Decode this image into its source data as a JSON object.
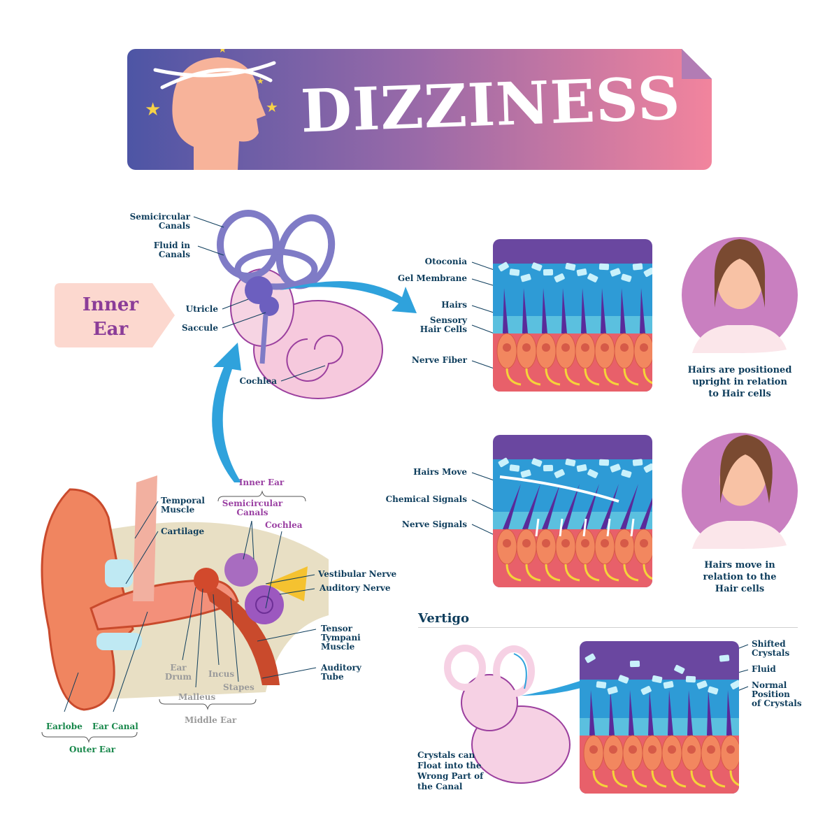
{
  "header": {
    "title": "DIZZINESS"
  },
  "inner_ear_badge": {
    "line1": "Inner",
    "line2": "Ear"
  },
  "inner_ear_labels": {
    "semicircular_canals": [
      "Semicircular",
      "Canals"
    ],
    "fluid_in_canals": [
      "Fluid in",
      "Canals"
    ],
    "utricle": "Utricle",
    "saccule": "Saccule",
    "cochlea": "Cochlea"
  },
  "panel1": {
    "labels": {
      "otoconia": "Otoconia",
      "gel_membrane": "Gel Membrane",
      "hairs": "Hairs",
      "sensory_hair_cells": [
        "Sensory",
        "Hair Cells"
      ],
      "nerve_fiber": "Nerve Fiber"
    },
    "caption": [
      "Hairs are positioned",
      "upright in relation",
      "to Hair cells"
    ]
  },
  "panel2": {
    "labels": {
      "hairs_move": "Hairs Move",
      "chemical_signals": "Chemical Signals",
      "nerve_signals": "Nerve Signals"
    },
    "caption": [
      "Hairs move in",
      "relation to the",
      "Hair cells"
    ]
  },
  "ear_anatomy": {
    "inner_ear": "Inner Ear",
    "semicircular_canals": [
      "Semicircular",
      "Canals"
    ],
    "cochlea": "Cochlea",
    "temporal_muscle": [
      "Temporal",
      "Muscle"
    ],
    "cartilage": "Cartilage",
    "vestibular_nerve": "Vestibular Nerve",
    "auditory_nerve": "Auditory Nerve",
    "tensor_tympani_muscle": [
      "Tensor",
      "Tympani",
      "Muscle"
    ],
    "auditory_tube": [
      "Auditory",
      "Tube"
    ],
    "ear_drum": [
      "Ear",
      "Drum"
    ],
    "incus": "Incus",
    "stapes": "Stapes",
    "malleus": "Malleus",
    "middle_ear": "Middle Ear",
    "earlobe": "Earlobe",
    "ear_canal": "Ear Canal",
    "outer_ear": "Outer Ear"
  },
  "vertigo": {
    "title": "Vertigo",
    "caption": [
      "Crystals can",
      "Float into the",
      "Wrong Part of",
      "the Canal"
    ],
    "labels": {
      "shifted_crystals": [
        "Shifted",
        "Crystals"
      ],
      "fluid": "Fluid",
      "normal_position": [
        "Normal",
        "Position",
        "of Crystals"
      ]
    }
  },
  "colors": {
    "label": "#0e3d5c",
    "accent_blue": "#2fa2dc",
    "purple": "#8b3d98",
    "banner_start": "#4d55a5",
    "banner_end": "#f2849d"
  }
}
